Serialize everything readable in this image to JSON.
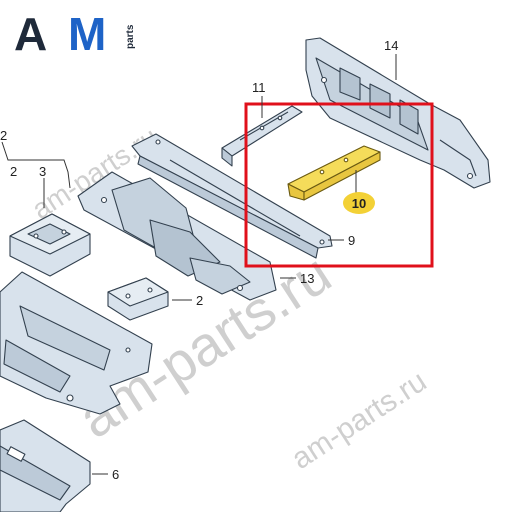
{
  "logo": {
    "brand_a": "A",
    "brand_m": "M",
    "suffix": "parts",
    "colors": {
      "a": "#1f2a3a",
      "m": "#1e63c7"
    }
  },
  "watermarks": {
    "domain": "am-parts.ru"
  },
  "callouts": {
    "part_2_top": "2",
    "part_2_left": "2",
    "part_3": "3",
    "part_2_mid": "2",
    "part_11": "11",
    "part_14": "14",
    "part_10": "10",
    "part_9": "9",
    "part_13": "13",
    "part_6": "6"
  },
  "highlight": {
    "frame_color": "#e0101b",
    "part_fill": "#f5dc5a",
    "badge_fill": "#f3d136"
  }
}
